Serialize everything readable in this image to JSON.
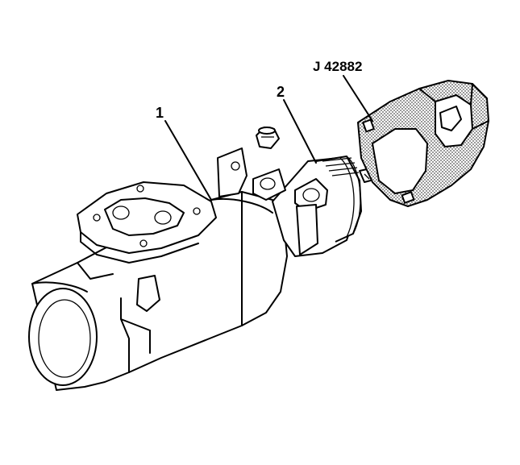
{
  "callouts": {
    "housing": "1",
    "adjuster": "2",
    "tool": "J 42882"
  }
}
